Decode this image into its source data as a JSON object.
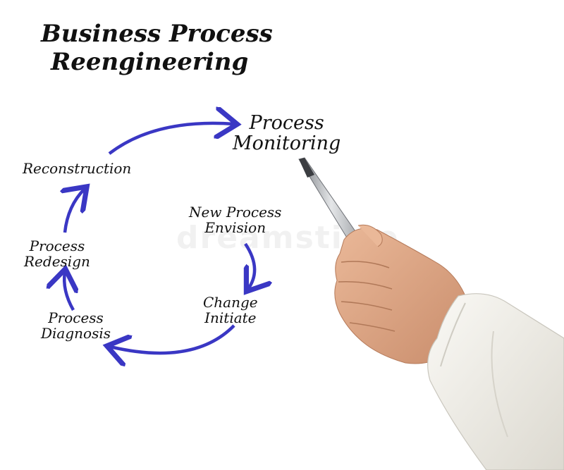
{
  "title": {
    "line1": "Business Process",
    "line2": "Reengineering"
  },
  "steps": {
    "process_monitoring": {
      "line1": "Process",
      "line2": "Monitoring"
    },
    "reconstruction": {
      "line1": "Reconstruction"
    },
    "new_process_envision": {
      "line1": "New Process",
      "line2": "Envision"
    },
    "process_redesign": {
      "line1": "Process",
      "line2": "Redesign"
    },
    "change_initiate": {
      "line1": "Change",
      "line2": "Initiate"
    },
    "process_diagnosis": {
      "line1": "Process",
      "line2": "Diagnosis"
    }
  },
  "watermark": "dreamstime",
  "colors": {
    "arrow": "#3a37c4",
    "text": "#111111",
    "background": "#ffffff",
    "sleeve": "#f2f0ea",
    "skin": "#e0a887",
    "pen": "#b9bcc0"
  },
  "icons": {
    "hand": "hand-holding-pen-icon",
    "arrow": "curved-arrow-icon"
  }
}
